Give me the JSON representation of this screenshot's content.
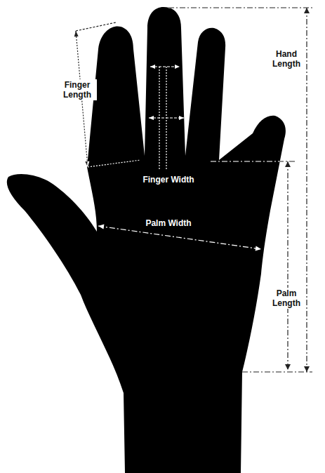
{
  "diagram": {
    "labels": [
      "Finger Length",
      "Finger Width",
      "Hand Length",
      "Palm Width",
      "Palm Length"
    ]
  }
}
